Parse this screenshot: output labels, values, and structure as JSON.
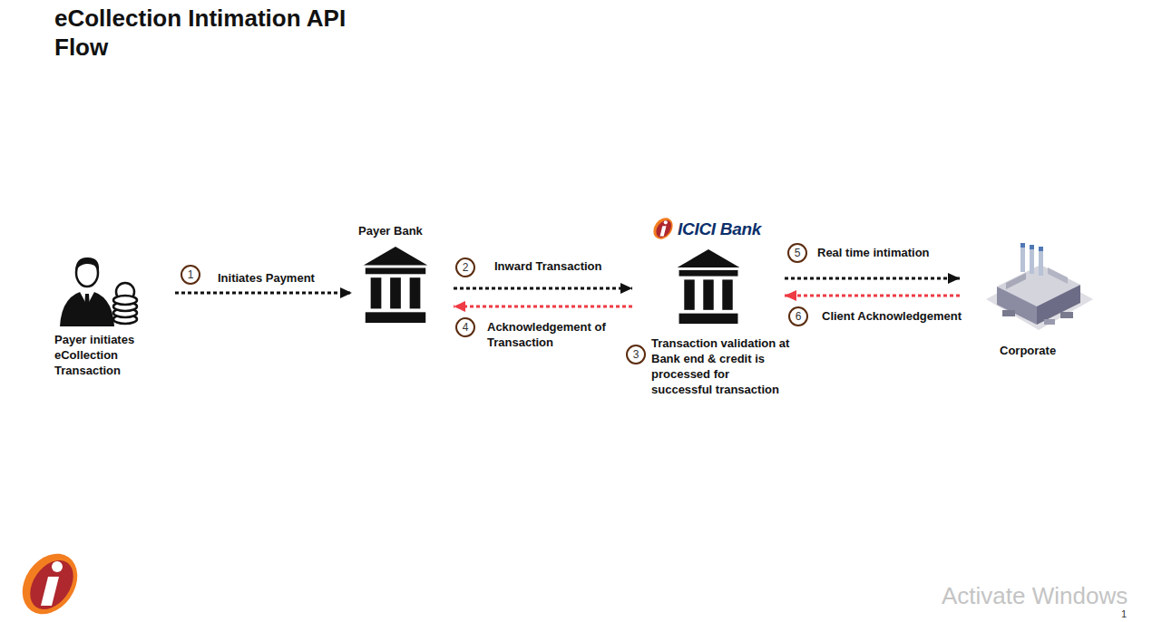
{
  "diagram": {
    "title": "eCollection Intimation API Flow",
    "nodes": [
      {
        "text": [
          "Payer initiates eCollection Transaction"
        ]
      },
      {
        "text": [
          "Payer Bank"
        ]
      },
      {
        "text": [
          "ICICI Bank",
          "Transaction validation at Bank end & credit is processed for successful transaction"
        ]
      },
      {
        "text": [
          "Corporate"
        ]
      }
    ],
    "edges": [
      {
        "from": 0,
        "to": 1,
        "arrow": "to",
        "label": "Initiates Payment"
      },
      {
        "from": 1,
        "to": 2,
        "arrow": "to",
        "label": "Inward Transaction"
      },
      {
        "from": 2,
        "to": 1,
        "arrow": "to",
        "label": "Acknowledgement of Transaction"
      },
      {
        "from": 2,
        "to": 3,
        "arrow": "to",
        "label": "Real time intimation"
      },
      {
        "from": 3,
        "to": 2,
        "arrow": "to",
        "label": "Client Acknowledgement"
      }
    ],
    "labels": [
      "1",
      "2",
      "4",
      "5",
      "6",
      "3",
      "Activate Windows",
      "1"
    ]
  }
}
